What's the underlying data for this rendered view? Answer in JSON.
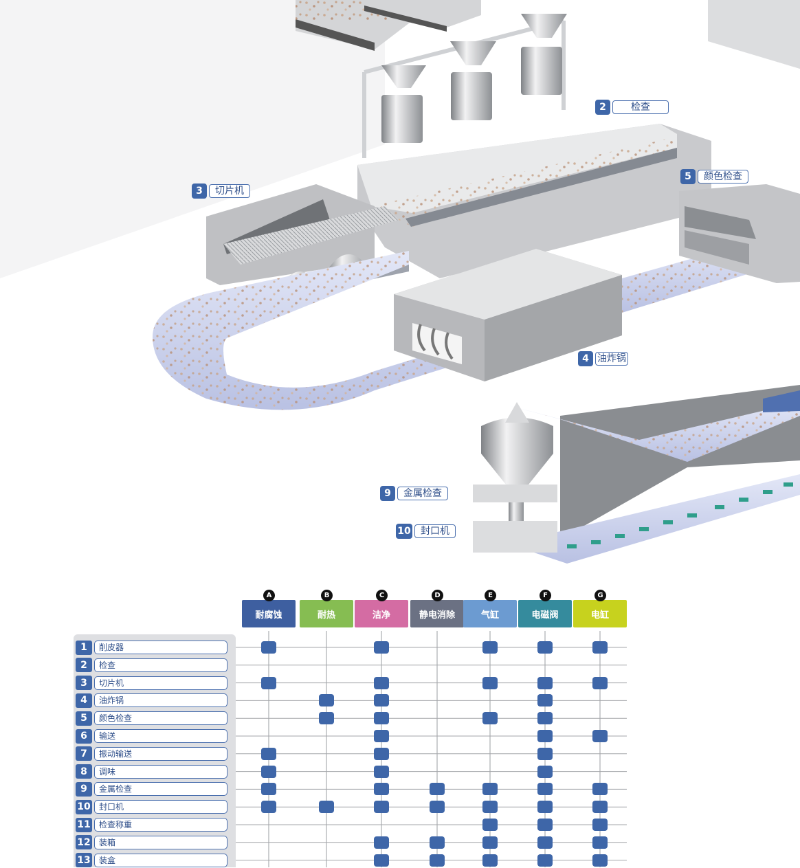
{
  "callouts": [
    {
      "num": "2",
      "label": "检查"
    },
    {
      "num": "3",
      "label": "切片机"
    },
    {
      "num": "5",
      "label": "颜色检查"
    },
    {
      "num": "4",
      "label": "油炸锅"
    },
    {
      "num": "9",
      "label": "金属检查"
    },
    {
      "num": "10",
      "label": "封口机"
    }
  ],
  "columns": [
    {
      "letter": "A",
      "label": "耐腐蚀",
      "color": "#3e5fa0"
    },
    {
      "letter": "B",
      "label": "耐热",
      "color": "#86bd52"
    },
    {
      "letter": "C",
      "label": "洁净",
      "color": "#d46ca3"
    },
    {
      "letter": "D",
      "label": "静电消除",
      "color": "#6b7183"
    },
    {
      "letter": "E",
      "label": "气缸",
      "color": "#6c9bd1"
    },
    {
      "letter": "F",
      "label": "电磁阀",
      "color": "#358b9d"
    },
    {
      "letter": "G",
      "label": "电缸",
      "color": "#c7d21e"
    }
  ],
  "rows": [
    {
      "num": "1",
      "label": "削皮器",
      "marks": [
        "A",
        "C",
        "E",
        "F",
        "G"
      ]
    },
    {
      "num": "2",
      "label": "检查",
      "marks": []
    },
    {
      "num": "3",
      "label": "切片机",
      "marks": [
        "A",
        "C",
        "E",
        "F",
        "G"
      ]
    },
    {
      "num": "4",
      "label": "油炸锅",
      "marks": [
        "B",
        "C",
        "F"
      ]
    },
    {
      "num": "5",
      "label": "颜色检查",
      "marks": [
        "B",
        "C",
        "E",
        "F"
      ]
    },
    {
      "num": "6",
      "label": "输送",
      "marks": [
        "C",
        "F",
        "G"
      ]
    },
    {
      "num": "7",
      "label": "振动输送",
      "marks": [
        "A",
        "C",
        "F"
      ]
    },
    {
      "num": "8",
      "label": "调味",
      "marks": [
        "A",
        "C",
        "F"
      ]
    },
    {
      "num": "9",
      "label": "金属检查",
      "marks": [
        "A",
        "C",
        "D",
        "E",
        "F",
        "G"
      ]
    },
    {
      "num": "10",
      "label": "封口机",
      "marks": [
        "A",
        "B",
        "C",
        "D",
        "E",
        "F",
        "G"
      ]
    },
    {
      "num": "11",
      "label": "检查称重",
      "marks": [
        "E",
        "F",
        "G"
      ]
    },
    {
      "num": "12",
      "label": "装箱",
      "marks": [
        "C",
        "D",
        "E",
        "F",
        "G"
      ]
    },
    {
      "num": "13",
      "label": "装盒",
      "marks": [
        "C",
        "D",
        "E",
        "F",
        "G"
      ]
    }
  ]
}
